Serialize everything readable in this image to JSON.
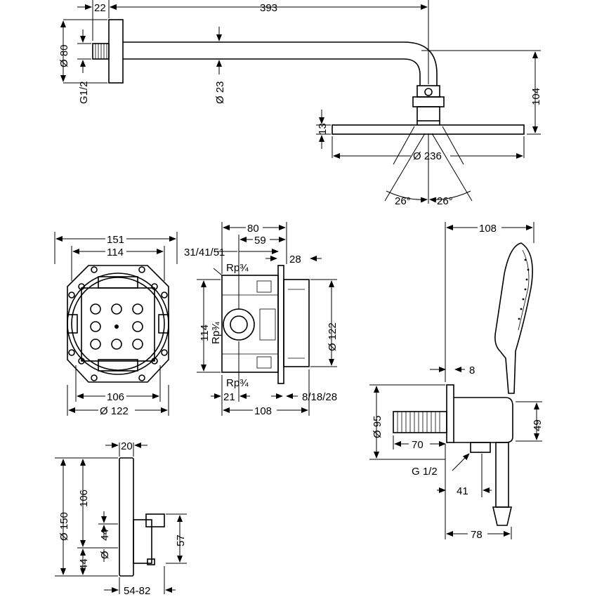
{
  "overhead_shower": {
    "dim_top_22": "22",
    "dim_top_393": "393",
    "dim_dia_80": "Ø 80",
    "dim_g12": "G1/2",
    "dim_dia_23": "Ø 23",
    "dim_104": "104",
    "dim_13": "13",
    "dim_dia_236": "Ø 236",
    "angle_left": "26°",
    "angle_right": "26°"
  },
  "install_box_front": {
    "dim_151": "151",
    "dim_114": "114",
    "dim_106": "106",
    "dim_dia_122": "Ø 122"
  },
  "install_box_side": {
    "dim_80": "80",
    "dim_59": "59",
    "dim_31_41_51": "31/41/51",
    "dim_28": "28",
    "rp_top": "Rp¾",
    "rp_mid": "Rp¾",
    "dim_114": "114",
    "rp_bottom": "Rp¾",
    "dim_dia_122": "Ø 122",
    "dim_21": "21",
    "dim_108": "108",
    "dim_8_18_28": "8/18/28"
  },
  "hand_shower": {
    "dim_108": "108",
    "dim_8": "8",
    "dim_dia_95": "Ø 95",
    "dim_49": "49",
    "dim_70": "70",
    "dim_g12": "G 1/2",
    "dim_41": "41",
    "dim_78": "78"
  },
  "trim_plate": {
    "dim_20": "20",
    "dim_dia_150": "Ø 150",
    "dim_106": "106",
    "dim_44_a": "44",
    "dim_57": "57",
    "dim_44_b": "44",
    "dim_dia": "Ø",
    "dim_54_82": "54-82"
  }
}
